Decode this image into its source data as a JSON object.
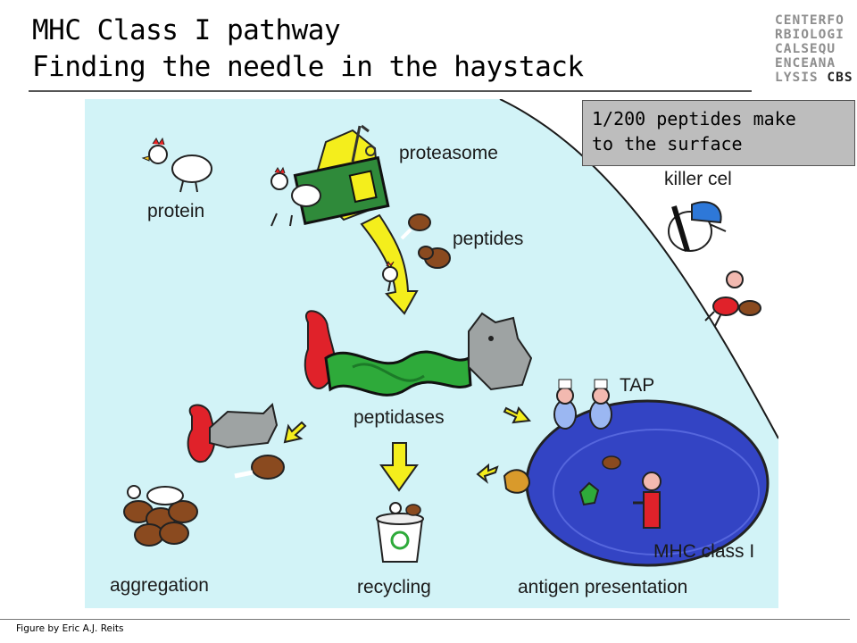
{
  "title": {
    "line1": "MHC Class I pathway",
    "line2": "Finding the needle in the haystack"
  },
  "logo": {
    "rows": [
      "CENTERFO",
      "RBIOLOGI",
      "CALSEQU",
      "ENCEANA"
    ],
    "last_row_prefix": "LYSIS ",
    "last_row_brand": "CBS"
  },
  "callout": {
    "line1": "1/200 peptides make",
    "line2": "to the surface"
  },
  "labels": {
    "protein": "protein",
    "proteasome": "proteasome",
    "peptides": "peptides",
    "killer_cell": "killer cel",
    "tap": "TAP",
    "peptidases": "peptidases",
    "mhc_class_i": "MHC class I",
    "aggregation": "aggregation",
    "recycling": "recycling",
    "antigen_presentation": "antigen presentation"
  },
  "footer": "Figure by Eric A.J. Reits",
  "colors": {
    "background": "#d2f3f7",
    "cell_membrane": "#1a1a1a",
    "proteasome": "#2f8a3a",
    "arrow": "#f4ee1c",
    "peptidase_red": "#e0222a",
    "peptidase_green": "#2eaa3a",
    "mhc_cell": "#3344c4"
  }
}
